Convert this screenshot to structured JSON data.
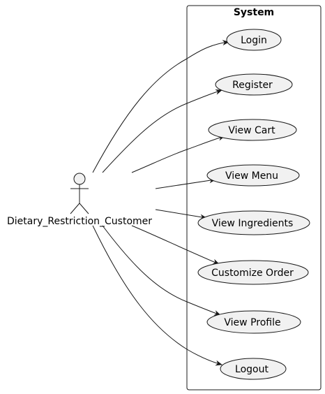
{
  "system": {
    "title": "System"
  },
  "actor": {
    "name": "Dietary_Restriction_Customer"
  },
  "use_cases": [
    {
      "label": "Login"
    },
    {
      "label": "Register"
    },
    {
      "label": "View Cart"
    },
    {
      "label": "View Menu"
    },
    {
      "label": "View Ingredients"
    },
    {
      "label": "Customize Order"
    },
    {
      "label": "View Profile"
    },
    {
      "label": "Logout"
    }
  ],
  "colors": {
    "usecase_fill": "#f1f1f1",
    "stroke": "#181818",
    "background": "#ffffff"
  }
}
